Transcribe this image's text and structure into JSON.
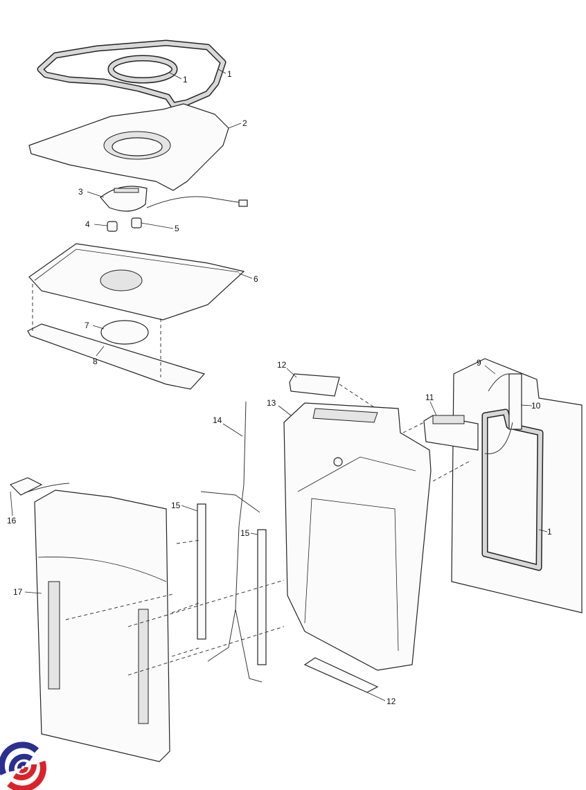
{
  "diagram": {
    "type": "exploded-parts-view",
    "callouts": [
      {
        "id": "c1a",
        "label": "1"
      },
      {
        "id": "c1b",
        "label": "1"
      },
      {
        "id": "c2",
        "label": "2"
      },
      {
        "id": "c3",
        "label": "3"
      },
      {
        "id": "c4",
        "label": "4"
      },
      {
        "id": "c5",
        "label": "5"
      },
      {
        "id": "c6",
        "label": "6"
      },
      {
        "id": "c7",
        "label": "7"
      },
      {
        "id": "c8",
        "label": "8"
      },
      {
        "id": "c12a",
        "label": "12"
      },
      {
        "id": "c13",
        "label": "13"
      },
      {
        "id": "c11",
        "label": "11"
      },
      {
        "id": "c9",
        "label": "9"
      },
      {
        "id": "c10",
        "label": "10"
      },
      {
        "id": "c14",
        "label": "14"
      },
      {
        "id": "c15a",
        "label": "15"
      },
      {
        "id": "c15b",
        "label": "15"
      },
      {
        "id": "c16",
        "label": "16"
      },
      {
        "id": "c17",
        "label": "17"
      },
      {
        "id": "c1c",
        "label": "1"
      },
      {
        "id": "c12b",
        "label": "12"
      }
    ]
  },
  "logo": {
    "colors": {
      "primary": "#2b2f8f",
      "secondary": "#d9232a"
    }
  }
}
